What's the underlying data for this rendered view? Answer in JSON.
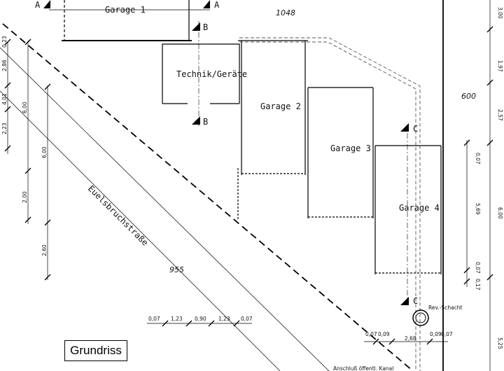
{
  "rooms": {
    "garage1": "Garage 1",
    "technik": "Technik/Geräte",
    "garage2": "Garage 2",
    "garage3": "Garage 3",
    "garage4": "Garage 4"
  },
  "section_marks": {
    "a": "A",
    "b": "B",
    "c": "C"
  },
  "parcels": {
    "p1048": "1048",
    "p955": "955",
    "p600": "600"
  },
  "street": "Euelsbruchstraße",
  "rev_schacht": "Rev.-Schacht",
  "kanal_note": "Anschluß öffentl. Kanal",
  "title": "Grundriss",
  "dims": {
    "left_outer": [
      "2,86",
      "4,01",
      "2,23"
    ],
    "left_mid": [
      "6,00",
      "2,00"
    ],
    "left_inner": [
      "6,00",
      "2,60"
    ],
    "left_top": "0,23",
    "bottom_row": [
      "0,07",
      "1,23",
      "0,90",
      "1,23",
      "0,07"
    ],
    "bottom_right": [
      "0,07",
      "0,09",
      "2,68",
      "0,09",
      "0,07"
    ],
    "right_inner": [
      "0,07",
      "5,69",
      "0,07",
      "0,17"
    ],
    "right_outer": [
      "3,00",
      "1,97",
      "2,57",
      "6,00",
      "5,25"
    ]
  }
}
